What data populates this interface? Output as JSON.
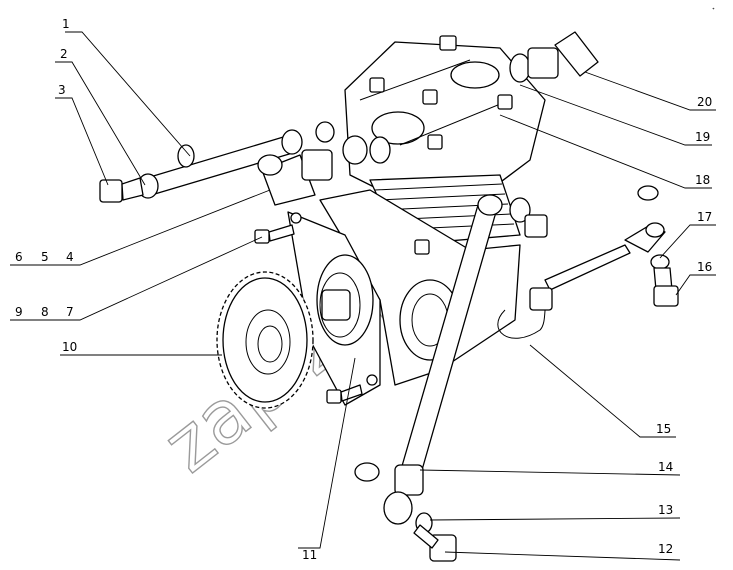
{
  "watermark": "zap-zap",
  "corner_mark": "ᐩ",
  "labels": [
    {
      "id": "p1",
      "text": "1"
    },
    {
      "id": "p2",
      "text": "2"
    },
    {
      "id": "p3",
      "text": "3"
    },
    {
      "id": "p6",
      "text": "6"
    },
    {
      "id": "p5",
      "text": "5"
    },
    {
      "id": "p4",
      "text": "4"
    },
    {
      "id": "p9",
      "text": "9"
    },
    {
      "id": "p8",
      "text": "8"
    },
    {
      "id": "p7",
      "text": "7"
    },
    {
      "id": "p10",
      "text": "10"
    },
    {
      "id": "p11",
      "text": "11"
    },
    {
      "id": "p12",
      "text": "12"
    },
    {
      "id": "p13",
      "text": "13"
    },
    {
      "id": "p14",
      "text": "14"
    },
    {
      "id": "p15",
      "text": "15"
    },
    {
      "id": "p16",
      "text": "16"
    },
    {
      "id": "p17",
      "text": "17"
    },
    {
      "id": "p18",
      "text": "18"
    },
    {
      "id": "p19",
      "text": "19"
    },
    {
      "id": "p20",
      "text": "20"
    }
  ]
}
